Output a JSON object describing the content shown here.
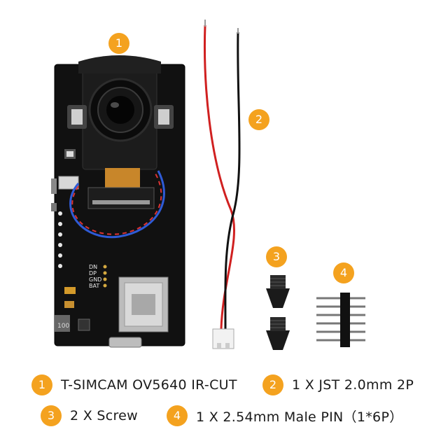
{
  "accent_color": "#f4a21f",
  "callouts": [
    {
      "number": "1"
    },
    {
      "number": "2"
    },
    {
      "number": "3"
    },
    {
      "number": "4"
    }
  ],
  "board_pin_labels": [
    "DN",
    "DP",
    "GND",
    "BAT"
  ],
  "board_silkscreen": "100",
  "legend": [
    {
      "number": "1",
      "text": "T-SIMCAM OV5640 IR-CUT"
    },
    {
      "number": "2",
      "text": "1 X JST 2.0mm 2P"
    },
    {
      "number": "3",
      "text": "2 X Screw"
    },
    {
      "number": "4",
      "text": "1 X 2.54mm Male PIN（1*6P）"
    }
  ]
}
